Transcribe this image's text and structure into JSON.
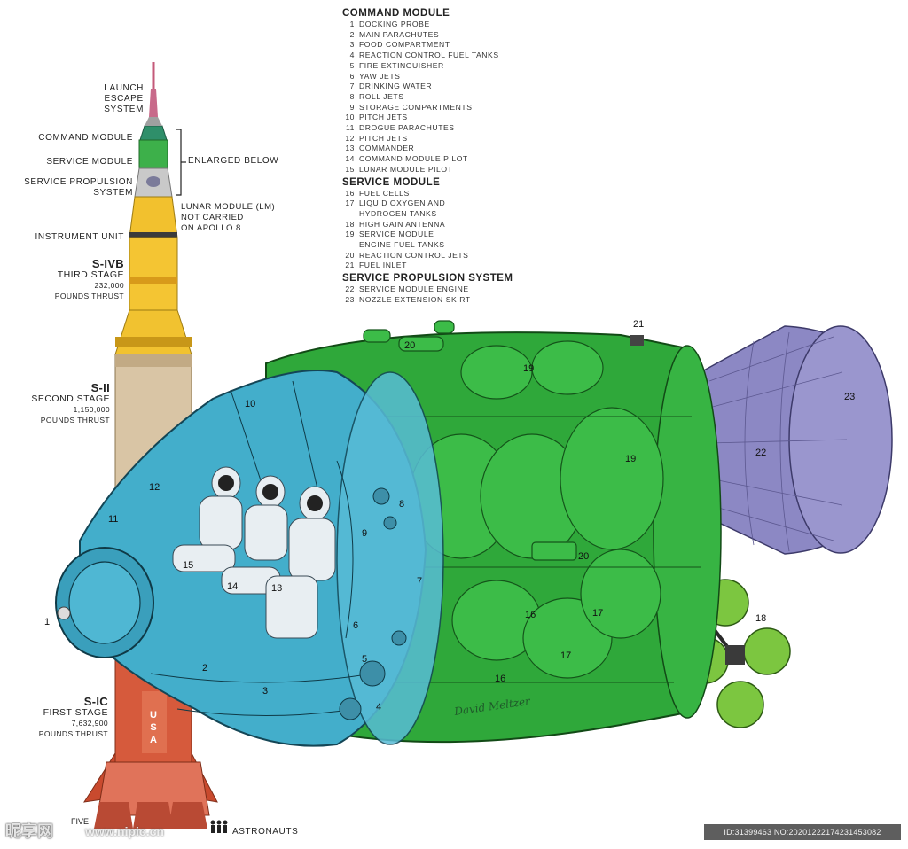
{
  "rocket_labels": {
    "launch_escape": [
      "LAUNCH",
      "ESCAPE",
      "SYSTEM"
    ],
    "command_module": "COMMAND MODULE",
    "service_module": "SERVICE MODULE",
    "service_propulsion": [
      "SERVICE PROPULSION",
      "SYSTEM"
    ],
    "enlarged_below": "ENLARGED BELOW",
    "lunar_module": [
      "LUNAR MODULE (LM)",
      "NOT CARRIED",
      "ON APOLLO 8"
    ],
    "instrument_unit": "INSTRUMENT UNIT",
    "s4b": {
      "name": "S-IVB",
      "sub": "THIRD STAGE",
      "thrust": [
        "232,000",
        "POUNDS THRUST"
      ]
    },
    "s2": {
      "name": "S-II",
      "sub": "SECOND STAGE",
      "thrust": [
        "1,150,000",
        "POUNDS THRUST"
      ]
    },
    "s1c": {
      "name": "S-IC",
      "sub": "FIRST STAGE",
      "thrust": [
        "7,632,900",
        "POUNDS THRUST"
      ]
    },
    "five_engines": "FIVE",
    "rocket_usa": "USA",
    "astronauts": "ASTRONAUTS"
  },
  "legend": {
    "command_module": {
      "title": "COMMAND MODULE",
      "items": [
        {
          "n": "1",
          "text": "DOCKING PROBE"
        },
        {
          "n": "2",
          "text": "MAIN PARACHUTES"
        },
        {
          "n": "3",
          "text": "FOOD COMPARTMENT"
        },
        {
          "n": "4",
          "text": "REACTION CONTROL FUEL TANKS"
        },
        {
          "n": "5",
          "text": "FIRE EXTINGUISHER"
        },
        {
          "n": "6",
          "text": "YAW JETS"
        },
        {
          "n": "7",
          "text": "DRINKING WATER"
        },
        {
          "n": "8",
          "text": "ROLL JETS"
        },
        {
          "n": "9",
          "text": "STORAGE COMPARTMENTS"
        },
        {
          "n": "10",
          "text": "PITCH JETS"
        },
        {
          "n": "11",
          "text": "DROGUE PARACHUTES"
        },
        {
          "n": "12",
          "text": "PITCH JETS"
        },
        {
          "n": "13",
          "text": "COMMANDER"
        },
        {
          "n": "14",
          "text": "COMMAND MODULE PILOT"
        },
        {
          "n": "15",
          "text": "LUNAR MODULE PILOT"
        }
      ]
    },
    "service_module": {
      "title": "SERVICE MODULE",
      "items": [
        {
          "n": "16",
          "text": "FUEL CELLS"
        },
        {
          "n": "17",
          "text": "LIQUID OXYGEN AND"
        },
        {
          "n": "",
          "text": "HYDROGEN TANKS"
        },
        {
          "n": "18",
          "text": "HIGH GAIN ANTENNA"
        },
        {
          "n": "19",
          "text": "SERVICE MODULE"
        },
        {
          "n": "",
          "text": "ENGINE FUEL TANKS"
        },
        {
          "n": "20",
          "text": "REACTION CONTROL JETS"
        },
        {
          "n": "21",
          "text": "FUEL INLET"
        }
      ]
    },
    "service_propulsion": {
      "title": "SERVICE PROPULSION SYSTEM",
      "items": [
        {
          "n": "22",
          "text": "SERVICE MODULE ENGINE"
        },
        {
          "n": "23",
          "text": "NOZZLE EXTENSION SKIRT"
        }
      ]
    }
  },
  "callouts": [
    "1",
    "2",
    "3",
    "4",
    "5",
    "6",
    "7",
    "8",
    "9",
    "10",
    "11",
    "12",
    "13",
    "14",
    "15",
    "16",
    "16",
    "17",
    "17",
    "18",
    "19",
    "19",
    "20",
    "20",
    "21",
    "22",
    "23"
  ],
  "signature": "David Meltzer",
  "watermark": {
    "logo": "昵享网",
    "url": "www.nipic.cn",
    "id": "ID:31399463 NO:20201222174231453082"
  },
  "colors": {
    "command_module": "#3fa9c4",
    "service_module": "#2fa83a",
    "engine": "#8a86c0",
    "rocket_yellow": "#f2c12e",
    "rocket_tan": "#d8c4a4",
    "rocket_red": "#d6543a",
    "antenna": "#7cc640"
  }
}
